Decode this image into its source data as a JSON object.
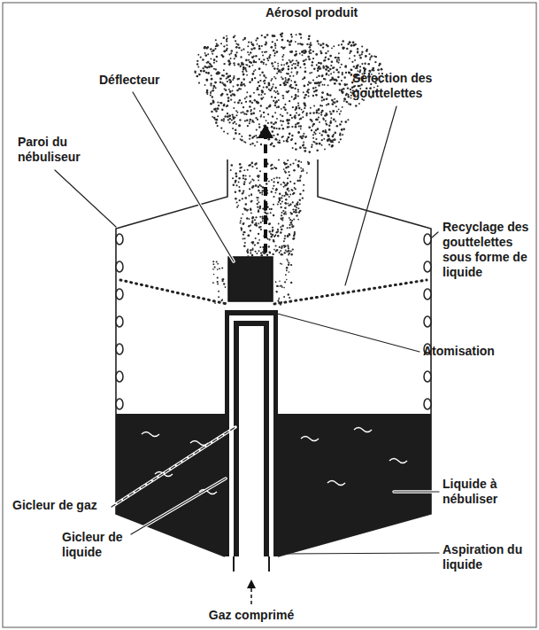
{
  "diagram": {
    "labels": [
      "Aérosol produit",
      "Déflecteur",
      "Paroi du nébuliseur",
      "Sélection des gouttelettes",
      "Recyclage des gouttelettes sous forme de liquide",
      "Atomisation",
      "Liquide à nébuliser",
      "Gicleur de gaz",
      "Gicleur de liquide",
      "Aspiration du liquide",
      "Gaz comprimé"
    ]
  }
}
